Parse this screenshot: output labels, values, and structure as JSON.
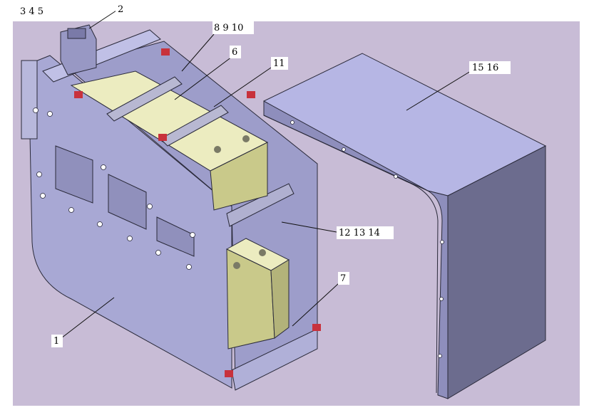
{
  "diagram": {
    "callouts": [
      {
        "id": "c345",
        "text": "3  4  5"
      },
      {
        "id": "c2",
        "text": "2"
      },
      {
        "id": "c8910",
        "text": "8  9  10"
      },
      {
        "id": "c6",
        "text": "6"
      },
      {
        "id": "c11",
        "text": "11"
      },
      {
        "id": "c1516",
        "text": "15  16"
      },
      {
        "id": "c121314",
        "text": "12  13  14"
      },
      {
        "id": "c7",
        "text": "7"
      },
      {
        "id": "c1",
        "text": "1"
      }
    ],
    "colors": {
      "background": "#c8bcd6",
      "frame": "#a9a9d2",
      "frame_dark": "#8f8fb8",
      "cover_top": "#b9b9e6",
      "cover_side": "#6e6e90",
      "battery_body": "#c9c98a",
      "battery_top": "#ececc0",
      "bracket_red": "#c8323c"
    }
  }
}
